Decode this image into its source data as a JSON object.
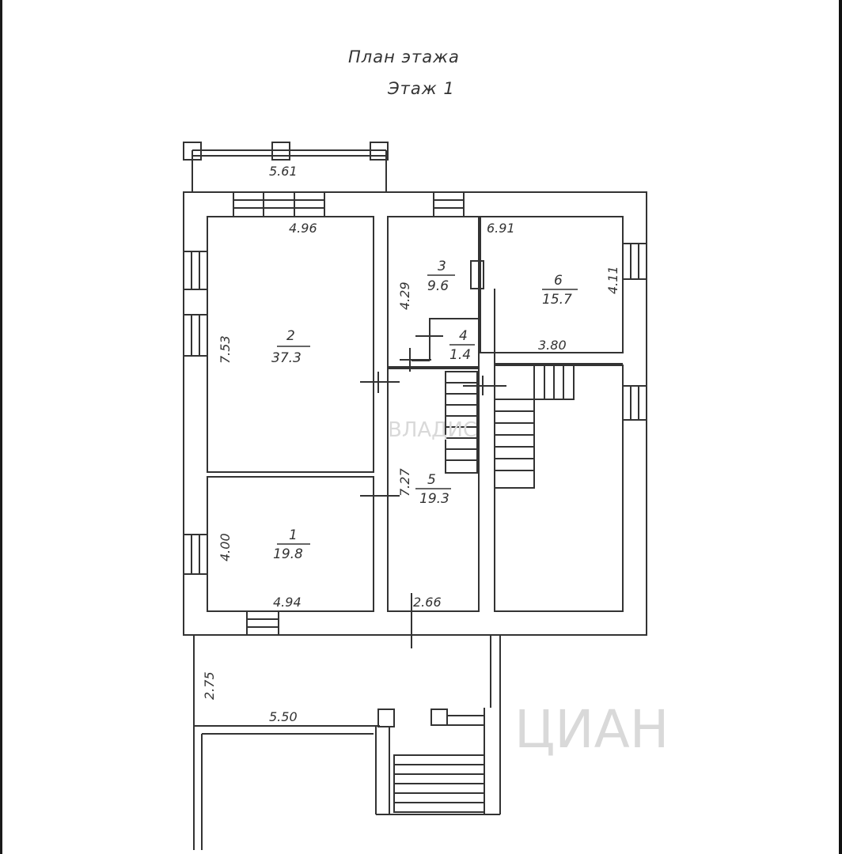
{
  "plan": {
    "title": "План этажа",
    "subtitle": "Этаж 1"
  },
  "rooms": [
    {
      "num": "1",
      "area": "19.8"
    },
    {
      "num": "2",
      "area": "37.3"
    },
    {
      "num": "3",
      "area": "9.6"
    },
    {
      "num": "4",
      "area": "1.4"
    },
    {
      "num": "5",
      "area": "19.3"
    },
    {
      "num": "6",
      "area": "15.7"
    }
  ],
  "dimensions": {
    "balcony_width": "5.61",
    "room2_width": "4.96",
    "room6_width": "6.91",
    "room3_height": "4.29",
    "room6_height": "4.11",
    "room2_height": "7.53",
    "room6_inner_width": "3.80",
    "hall_height": "7.27",
    "room1_height": "4.00",
    "room1_width": "4.94",
    "hall_width": "2.66",
    "terrace_depth": "2.75",
    "terrace_width": "5.50"
  },
  "watermarks": {
    "center": "ВЛАДИС",
    "corner": "ЦИАН"
  }
}
